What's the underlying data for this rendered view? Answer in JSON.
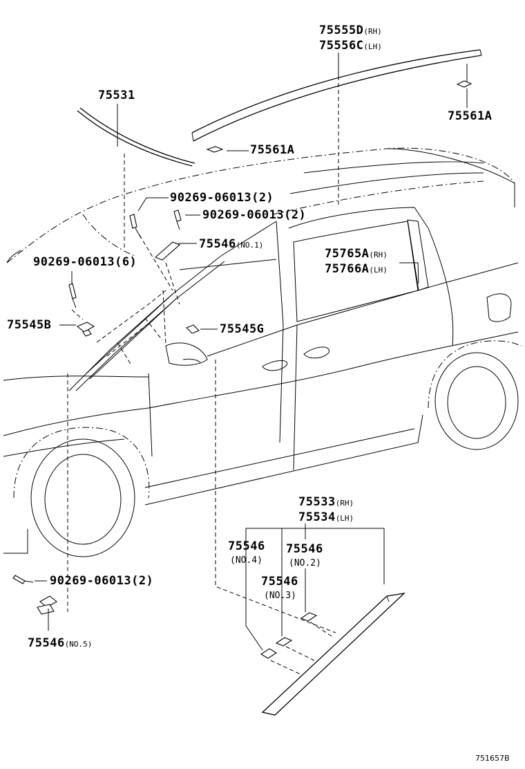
{
  "labels": {
    "p75555": {
      "code": "75555D",
      "side": "(RH)"
    },
    "p75556": {
      "code": "75556C",
      "side": "(LH)"
    },
    "p75561a_top": {
      "code": "75561A",
      "side": ""
    },
    "p75531": {
      "code": "75531",
      "side": ""
    },
    "p75561a_mid": {
      "code": "75561A",
      "side": ""
    },
    "bolt_1": {
      "code": "90269-06013(2)",
      "side": ""
    },
    "bolt_2": {
      "code": "90269-06013(2)",
      "side": ""
    },
    "p75546_no1": {
      "code": "75546",
      "side": "(NO.1)"
    },
    "bolt_6": {
      "code": "90269-06013(6)",
      "side": ""
    },
    "p75765": {
      "code": "75765A",
      "side": "(RH)"
    },
    "p75766": {
      "code": "75766A",
      "side": "(LH)"
    },
    "p75545b": {
      "code": "75545B",
      "side": ""
    },
    "p75545g": {
      "code": "75545G",
      "side": ""
    },
    "p75533": {
      "code": "75533",
      "side": "(RH)"
    },
    "p75534": {
      "code": "75534",
      "side": "(LH)"
    },
    "p75546_no4": {
      "code": "75546",
      "sub": "(NO.4)"
    },
    "p75546_no2": {
      "code": "75546",
      "sub": "(NO.2)"
    },
    "p75546_no3": {
      "code": "75546",
      "sub": "(NO.3)"
    },
    "bolt_5": {
      "code": "90269-06013(2)",
      "side": ""
    },
    "p75546_no5": {
      "code": "75546",
      "side": "(NO.5)"
    }
  },
  "figure_id": "751657B"
}
